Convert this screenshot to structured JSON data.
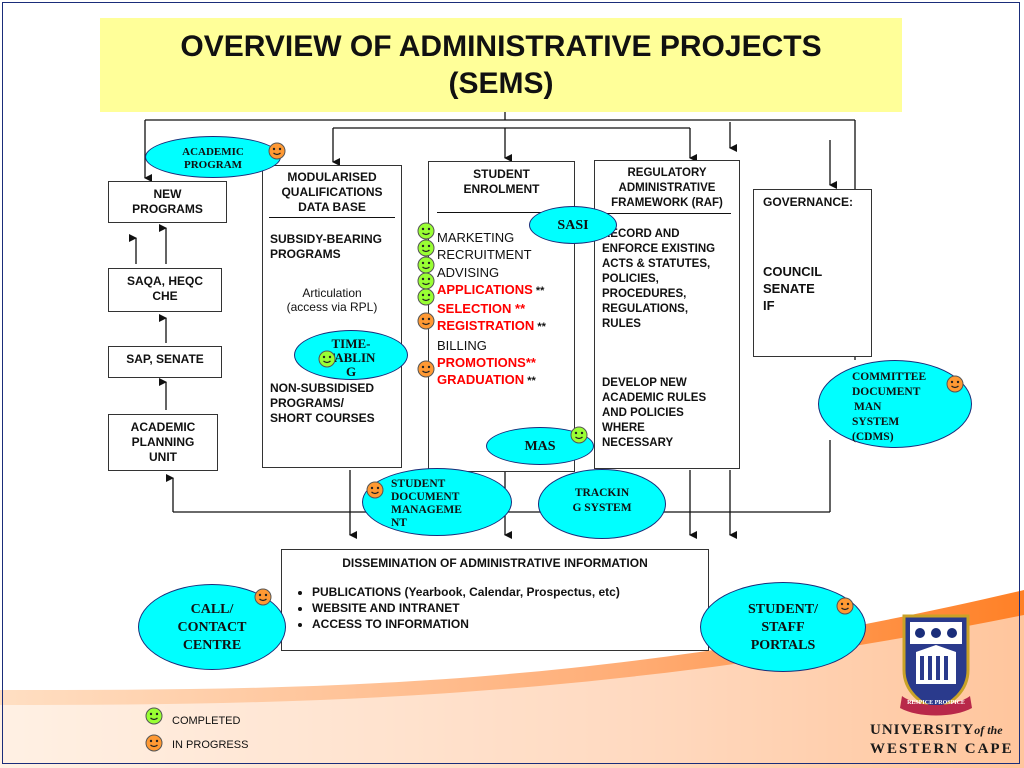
{
  "title": {
    "line1": "OVERVIEW OF ADMINISTRATIVE PROJECTS",
    "line2": "(SEMS)"
  },
  "left_column": {
    "new_programs": [
      "NEW",
      "PROGRAMS"
    ],
    "saqa": [
      "SAQA, HEQC",
      "CHE"
    ],
    "sap": "SAP, SENATE",
    "academic_planning": [
      "ACADEMIC",
      "PLANNING",
      "UNIT"
    ]
  },
  "modularised": {
    "heading": [
      "MODULARISED",
      "QUALIFICATIONS",
      "DATA BASE"
    ],
    "subsidy": [
      "SUBSIDY-BEARING",
      "PROGRAMS"
    ],
    "articulation": [
      "Articulation",
      "(access via RPL)"
    ],
    "non_subsidised": [
      "NON-SUBSIDISED",
      "PROGRAMS/",
      "SHORT COURSES"
    ]
  },
  "student_enrolment": {
    "heading": [
      "STUDENT",
      "ENROLMENT"
    ],
    "items": [
      {
        "text": "MARKETING",
        "highlight": false,
        "suffix": ""
      },
      {
        "text": "RECRUITMENT",
        "highlight": false,
        "suffix": ""
      },
      {
        "text": "ADVISING",
        "highlight": false,
        "suffix": ""
      },
      {
        "text": "APPLICATIONS",
        "highlight": true,
        "suffix": " **"
      },
      {
        "text": "SELECTION **",
        "highlight": true,
        "suffix": ""
      },
      {
        "text": "REGISTRATION",
        "highlight": true,
        "suffix": " **"
      },
      {
        "text": "BILLING",
        "highlight": false,
        "suffix": ""
      },
      {
        "text": "PROMOTIONS**",
        "highlight": true,
        "suffix": ""
      },
      {
        "text": "GRADUATION",
        "highlight": true,
        "suffix": " **"
      }
    ]
  },
  "regulatory": {
    "heading": [
      "REGULATORY",
      "ADMINISTRATIVE",
      "FRAMEWORK (RAF)"
    ],
    "record": [
      "RECORD AND",
      "ENFORCE EXISTING",
      "ACTS & STATUTES,",
      "POLICIES,",
      "PROCEDURES,",
      "REGULATIONS,",
      "RULES"
    ],
    "develop": [
      "DEVELOP NEW",
      "ACADEMIC RULES",
      "AND POLICIES",
      "WHERE",
      "NECESSARY"
    ]
  },
  "governance": {
    "heading": "GOVERNANCE:",
    "items": [
      "COUNCIL",
      "SENATE",
      "IF"
    ]
  },
  "ellipses": {
    "academic_program": [
      "ACADEMIC",
      "PROGRAM"
    ],
    "sasi": "SASI",
    "timetabling": [
      "TIME-",
      "TABLIN",
      "G"
    ],
    "mas": "MAS",
    "student_document": [
      "STUDENT",
      "DOCUMENT",
      "MANAGEME",
      "NT"
    ],
    "tracking": [
      "TRACKIN",
      "G SYSTEM"
    ],
    "committee": [
      "COMMITTEE",
      "DOCUMENT",
      "MAN",
      "SYSTEM",
      "(CDMS)"
    ],
    "call_centre": [
      "CALL/",
      "CONTACT",
      "CENTRE"
    ],
    "portals": [
      "STUDENT/",
      "STAFF",
      "PORTALS"
    ]
  },
  "dissemination": {
    "heading": "DISSEMINATION OF ADMINISTRATIVE  INFORMATION",
    "bullets": [
      "PUBLICATIONS (Yearbook, Calendar, Prospectus, etc)",
      "WEBSITE AND INTRANET",
      "ACCESS TO INFORMATION"
    ]
  },
  "legend": {
    "completed": "COMPLETED",
    "in_progress": "IN PROGRESS"
  },
  "logo": {
    "line1": "UNIVERSITY",
    "of_the": "of the",
    "line2": "WESTERN CAPE",
    "motto": "RESPICE PROSPICE"
  },
  "colors": {
    "completed": "#99ff33",
    "in_progress": "#ff9933",
    "ellipse": "#00ffff",
    "title_bg": "#ffff99",
    "highlight": "#ff0000",
    "stripe": "#ff6a00"
  }
}
